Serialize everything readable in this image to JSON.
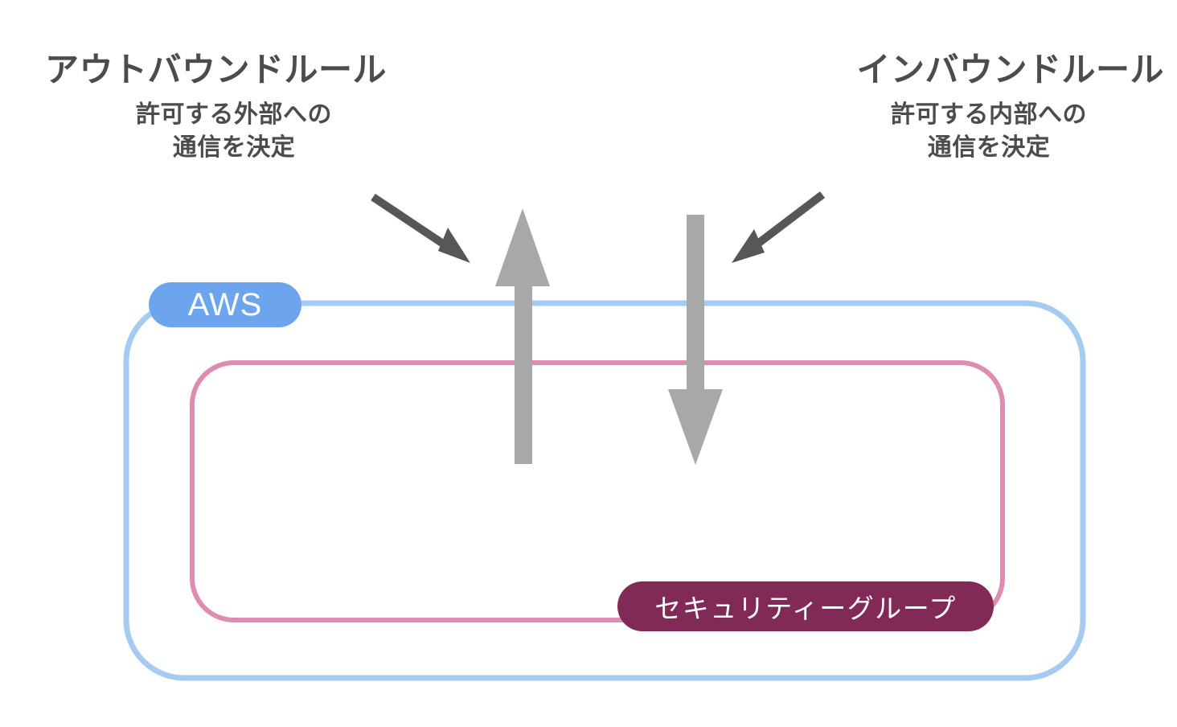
{
  "diagram": {
    "title_outbound": "アウトバウンドルール",
    "title_inbound": "インバウンドルール",
    "outbound_desc_line1": "許可する外部への",
    "outbound_desc_line2": "通信を決定",
    "inbound_desc_line1": "許可する内部への",
    "inbound_desc_line2": "通信を決定",
    "aws_label": "AWS",
    "security_group_label": "セキュリティーグループ",
    "colors": {
      "text": "#4c4c4c",
      "aws_pill": "#6ca5ee",
      "aws_border": "#a6cbf2",
      "sg_pill": "#822a57",
      "sg_border": "#df8cb1",
      "traffic_arrow": "#a8a8a8",
      "pointer_arrow": "#575757",
      "background": "#ffffff"
    },
    "shapes": {
      "aws_boundary": "rounded-rectangle",
      "security_group_boundary": "rounded-rectangle",
      "outbound_arrow": "arrow-up",
      "inbound_arrow": "arrow-down",
      "outbound_pointer": "arrow-diagonal-down-right",
      "inbound_pointer": "arrow-diagonal-down-left"
    }
  }
}
